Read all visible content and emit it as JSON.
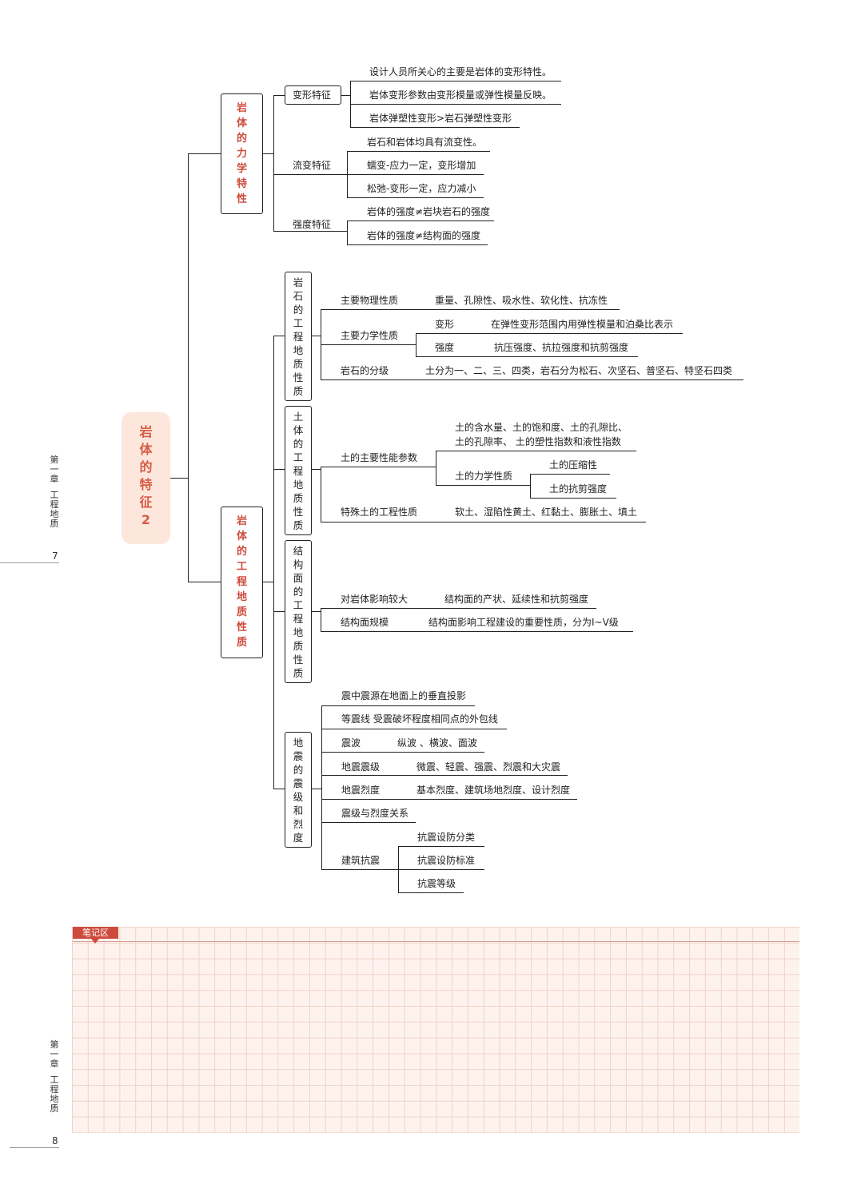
{
  "root": "岩体的特征2",
  "branch_mech": {
    "title": "岩体的力学特性",
    "deform": {
      "label": "变形特征",
      "items": [
        "设计人员所关心的主要是岩体的变形特性。",
        "岩体变形参数由变形模量或弹性模量反映。",
        "岩体弹塑性变形>岩石弹塑性变形"
      ]
    },
    "flow": {
      "label": "流变特征",
      "items": [
        "岩石和岩体均具有流变性。",
        "蠕变-应力一定，变形增加",
        "松弛-变形一定，应力减小"
      ]
    },
    "strength": {
      "label": "强度特征",
      "items": [
        "岩体的强度≠岩块岩石的强度",
        "岩体的强度≠结构面的强度"
      ]
    }
  },
  "branch_eng": {
    "title": "岩体的工程地质性质",
    "rock": {
      "title": "岩石的工程地质性质",
      "physical": {
        "label": "主要物理性质",
        "value": "重量、孔隙性、吸水性、软化性、抗冻性"
      },
      "mechanical": {
        "label": "主要力学性质",
        "deform": {
          "label": "变形",
          "value": "在弹性变形范围内用弹性模量和泊桑比表示"
        },
        "strength": {
          "label": "强度",
          "value": "抗压强度、抗拉强度和抗剪强度"
        }
      },
      "grade": {
        "label": "岩石的分级",
        "value": "土分为一、二、三、四类，岩石分为松石、次坚石、普坚石、特坚石四类"
      }
    },
    "soil": {
      "title": "土体的工程地质性质",
      "params": {
        "label": "土的主要性能参数",
        "line1": "土的含水量、土的饱和度、土的孔隙比、",
        "line2": "土的孔隙率、 土的塑性指数和液性指数",
        "mech": {
          "label": "土的力学性质",
          "items": [
            "土的压缩性",
            "土的抗剪强度"
          ]
        }
      },
      "special": {
        "label": "特殊土的工程性质",
        "value": "软土、湿陷性黄土、红黏土、膨胀土、填土"
      }
    },
    "struct": {
      "title": "结构面的工程地质性质",
      "influence": {
        "label": "对岩体影响较大",
        "value": "结构面的产状、延续性和抗剪强度"
      },
      "scale": {
        "label": "结构面规模",
        "value": "结构面影响工程建设的重要性质，分为Ⅰ~Ⅴ级"
      }
    },
    "quake": {
      "title": "地震的震级和烈度",
      "epicenter": "震中震源在地面上的垂直投影",
      "isoseismal": "等震线 受震破坏程度相同点的外包线",
      "waves": {
        "label": "震波",
        "value": "纵波 、横波、面波"
      },
      "magnitude": {
        "label": "地震震级",
        "value": "微震、轻震、强震、烈震和大灾震"
      },
      "intensity": {
        "label": "地震烈度",
        "value": "基本烈度、建筑场地烈度、设计烈度"
      },
      "relation": "震级与烈度关系",
      "building": {
        "label": "建筑抗震",
        "items": [
          "抗震设防分类",
          "抗震设防标准",
          "抗震等级"
        ]
      }
    }
  },
  "side": {
    "top": {
      "chapter": "第一章",
      "subject": "工程地质",
      "page": "7"
    },
    "bottom": {
      "chapter": "第一章",
      "subject": "工程地质",
      "page": "8"
    }
  },
  "notes_label": "笔记区"
}
